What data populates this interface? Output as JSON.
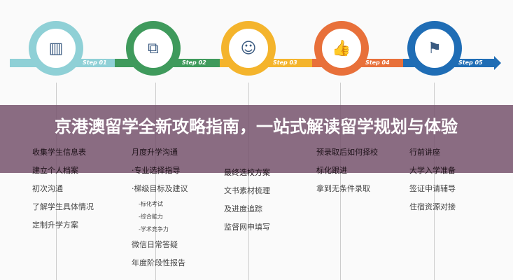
{
  "title": "京港澳留学全新攻略指南，一站式解读留学规划与体验",
  "steps": [
    {
      "label": "Step 01",
      "color": "#8fd0d6",
      "icon": "books-icon"
    },
    {
      "label": "Step 02",
      "color": "#3f9a5c",
      "icon": "chat-icon"
    },
    {
      "label": "Step 03",
      "color": "#f4b42c",
      "icon": "reader-icon"
    },
    {
      "label": "Step 04",
      "color": "#e8703a",
      "icon": "thumbs-up-icon"
    },
    {
      "label": "Step 05",
      "color": "#1f6db5",
      "icon": "flag-icon"
    }
  ],
  "columns": [
    [
      "收集学生信息表",
      "建立个人档案",
      "初次沟通",
      "了解学生具体情况",
      "定制升学方案"
    ],
    [
      "月度升学沟通",
      "·专业选择指导",
      "·梯级目标及建议",
      "-标化考试",
      "-综合能力",
      "-学术竞争力",
      "微信日常答疑",
      "年度阶段性报告"
    ],
    [
      "最终选校方案",
      "文书素材梳理",
      "及进度追踪",
      "监督网申填写"
    ],
    [
      "预录取后如何择校",
      "标化跟进",
      "拿到无条件录取"
    ],
    [
      "行前讲座",
      "大学入学准备",
      "签证申请辅导",
      "住宿资源对接"
    ]
  ]
}
